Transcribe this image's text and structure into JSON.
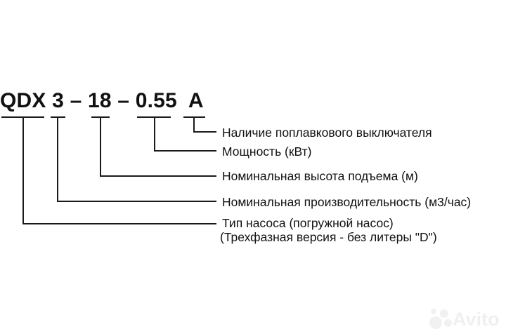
{
  "model_code": {
    "display": "QDX 3 – 18 – 0.55  A",
    "parts": [
      "QDX",
      "3",
      "18",
      "0.55",
      "A"
    ]
  },
  "branches": [
    {
      "code_part": "A",
      "label": "Наличие поплавкового выключателя"
    },
    {
      "code_part": "0.55",
      "label": "Мощность (кВт)"
    },
    {
      "code_part": "18",
      "label": "Номинальная высота подъема (м)"
    },
    {
      "code_part": "3",
      "label": "Номинальная производительность (м3/час)"
    },
    {
      "code_part": "QDX",
      "label": "Тип насоса (погружной насос)",
      "label_note": "(Трехфазная версия - без литеры \"D\")"
    }
  ],
  "watermark": {
    "text": "Avito"
  },
  "colors": {
    "background": "#ffffff",
    "line": "#1a1a1a",
    "text": "#111111",
    "watermark": "#f0f0f0"
  }
}
